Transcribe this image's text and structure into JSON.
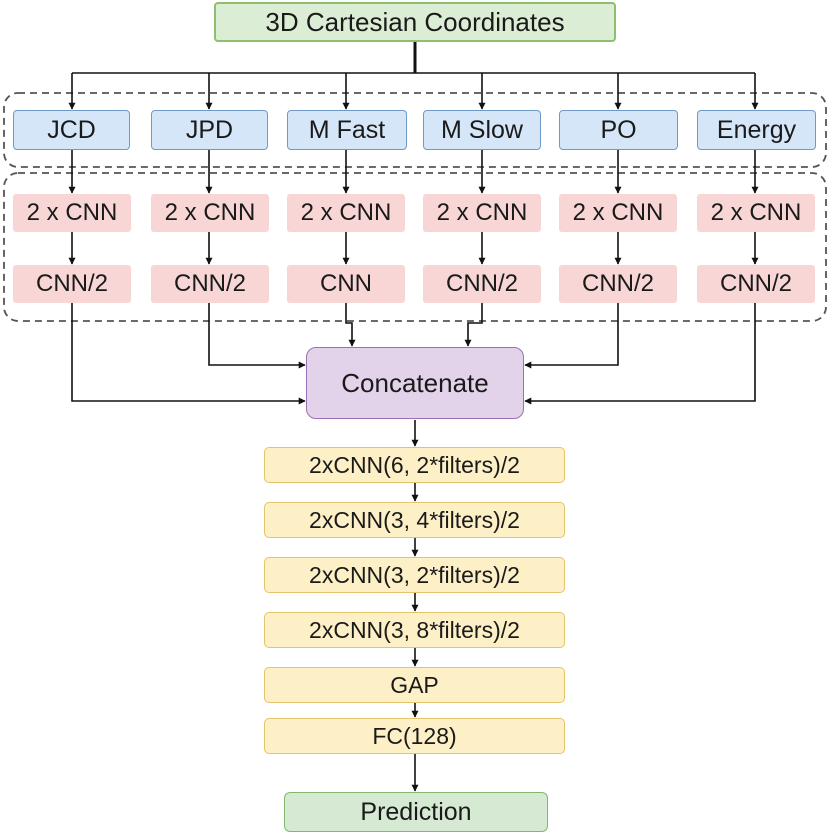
{
  "input": {
    "label": "3D Cartesian Coordinates"
  },
  "features": [
    {
      "label": "JCD"
    },
    {
      "label": "JPD"
    },
    {
      "label": "M Fast"
    },
    {
      "label": "M Slow"
    },
    {
      "label": "PO"
    },
    {
      "label": "Energy"
    }
  ],
  "branches": [
    {
      "first": "2 x CNN",
      "second": "CNN/2"
    },
    {
      "first": "2 x CNN",
      "second": "CNN/2"
    },
    {
      "first": "2 x CNN",
      "second": "CNN"
    },
    {
      "first": "2 x CNN",
      "second": "CNN/2"
    },
    {
      "first": "2 x CNN",
      "second": "CNN/2"
    },
    {
      "first": "2 x CNN",
      "second": "CNN/2"
    }
  ],
  "merge": {
    "label": "Concatenate"
  },
  "stack": [
    {
      "label": "2xCNN(6, 2*filters)/2"
    },
    {
      "label": "2xCNN(3, 4*filters)/2"
    },
    {
      "label": "2xCNN(3, 2*filters)/2"
    },
    {
      "label": "2xCNN(3, 8*filters)/2"
    },
    {
      "label": "GAP"
    },
    {
      "label": "FC(128)"
    }
  ],
  "output": {
    "label": "Prediction"
  },
  "colors": {
    "input_fill": "#dcedd5",
    "feature_fill": "#d6e6f9",
    "cnn_fill": "#f8d6d6",
    "merge_fill": "#e3d3ea",
    "stack_fill": "#fdf0c7",
    "output_fill": "#d6ead3"
  }
}
